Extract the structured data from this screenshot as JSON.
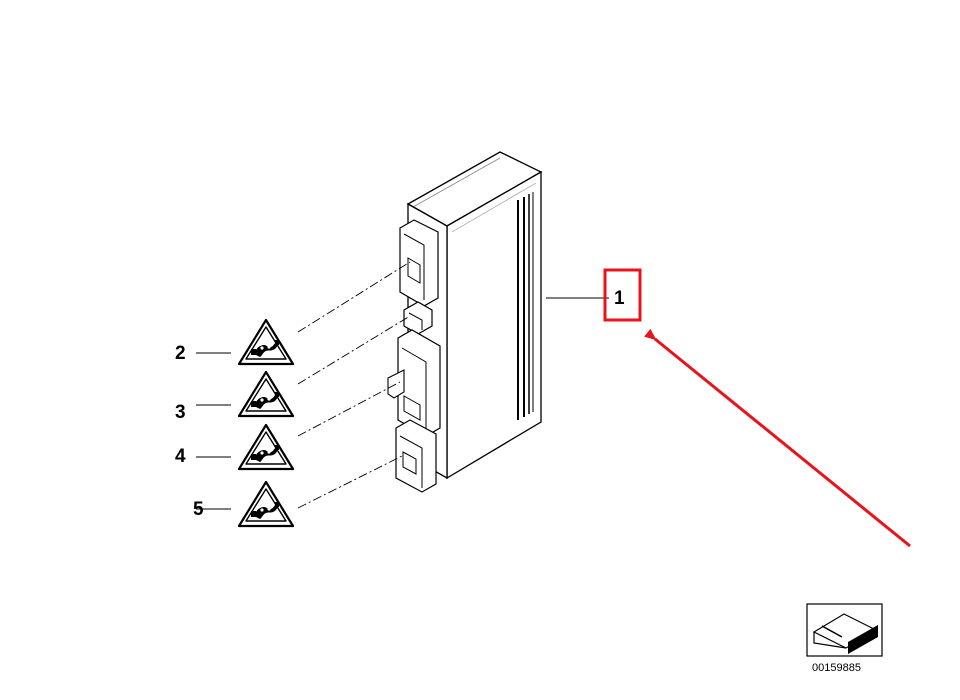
{
  "callouts": {
    "part_1": "1",
    "part_2": "2",
    "part_3": "3",
    "part_4": "4",
    "part_5": "5"
  },
  "diagram_number": "00159885",
  "colors": {
    "highlight": "#e8141b",
    "line": "#000000"
  },
  "icons": {
    "warning": "warning-triangle-connector-icon",
    "module": "control-module-illustration",
    "badge": "diagram-reference-badge-icon"
  }
}
